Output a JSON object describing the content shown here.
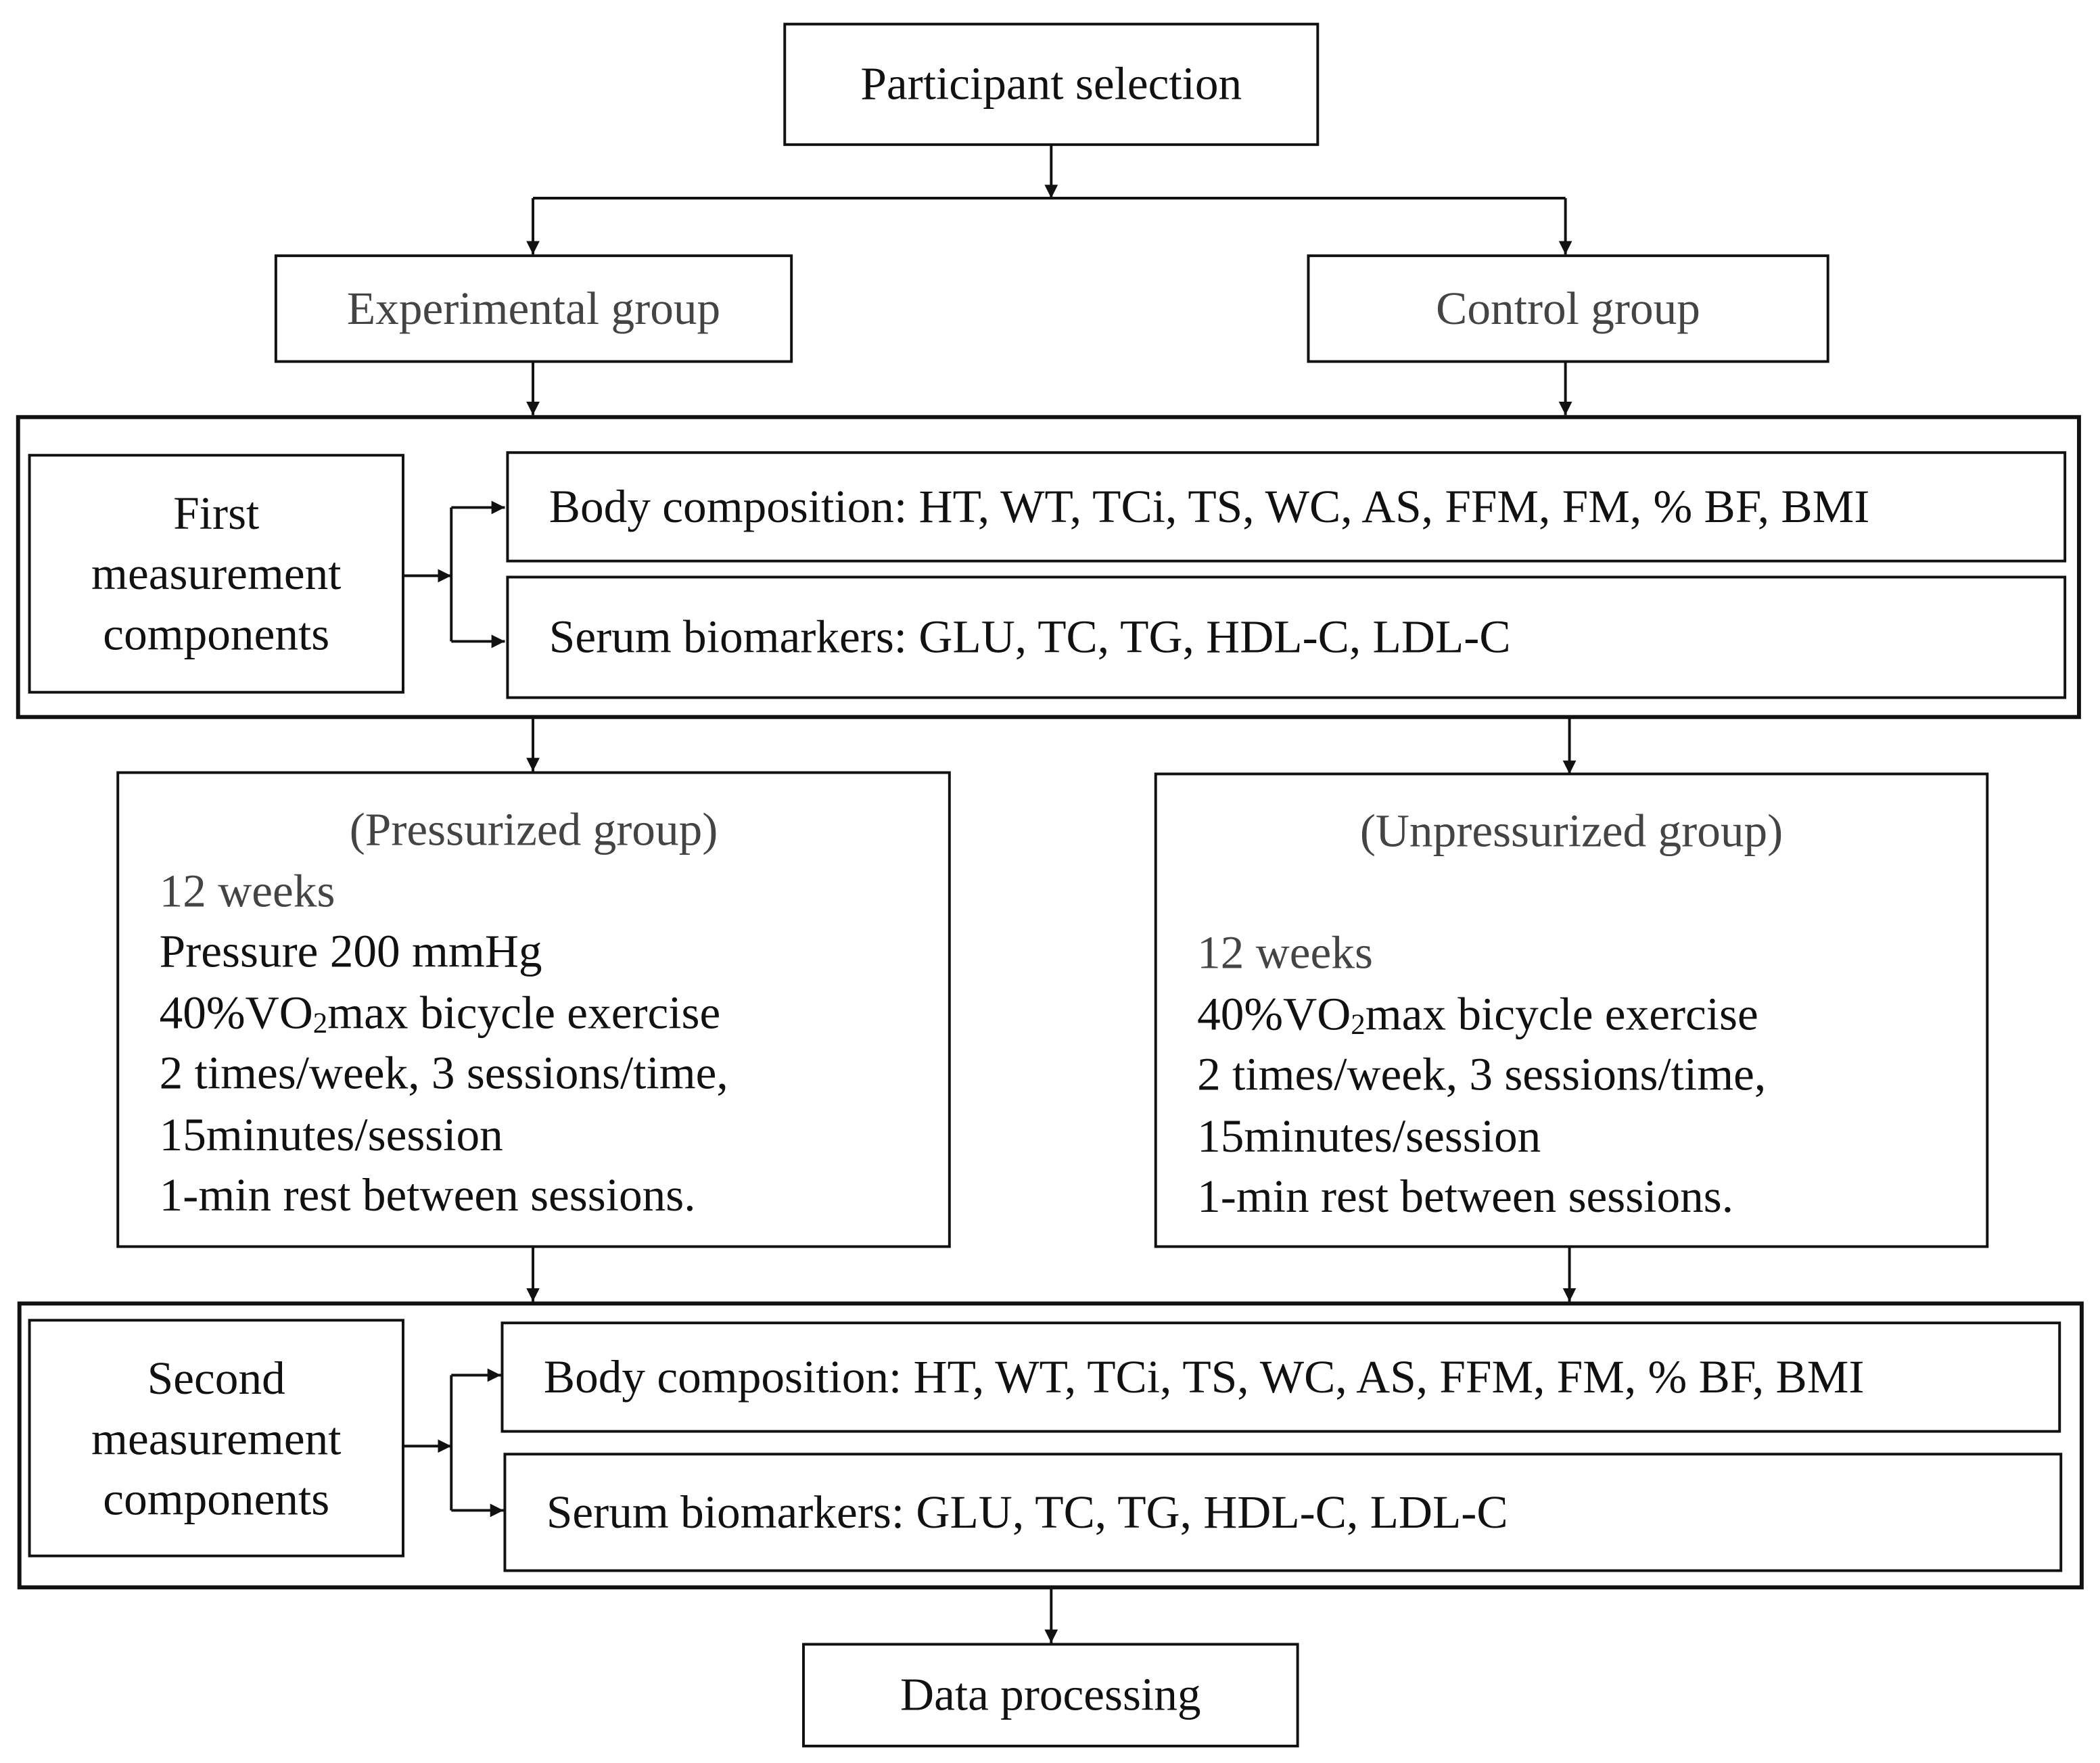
{
  "nodes": {
    "participant_selection": "Participant selection",
    "experimental_group": "Experimental group",
    "control_group": "Control group",
    "first_measurement": [
      "First",
      "measurement",
      "components"
    ],
    "second_measurement": [
      "Second",
      "measurement",
      "components"
    ],
    "body_composition": "Body composition: HT, WT, TCi, TS, WC, AS, FFM, FM, % BF, BMI",
    "serum_biomarkers": "Serum biomarkers: GLU, TC, TG, HDL-C, LDL-C",
    "data_processing": "Data processing"
  },
  "pressurized": {
    "title": "(Pressurized group)",
    "weeks": "12 weeks",
    "pressure": "Pressure 200 mmHg",
    "exercise_pre": "40%VO",
    "exercise_sub": "2",
    "exercise_post": "max bicycle exercise",
    "frequency": "2 times/week, 3 sessions/time,",
    "duration": "15minutes/session",
    "rest": "1-min rest between sessions."
  },
  "unpressurized": {
    "title": "(Unpressurized group)",
    "weeks": "12 weeks",
    "exercise_pre": "40%VO",
    "exercise_sub": "2",
    "exercise_post": "max bicycle exercise",
    "frequency": "2 times/week, 3 sessions/time,",
    "duration": "15minutes/session",
    "rest": "1-min rest between sessions."
  }
}
